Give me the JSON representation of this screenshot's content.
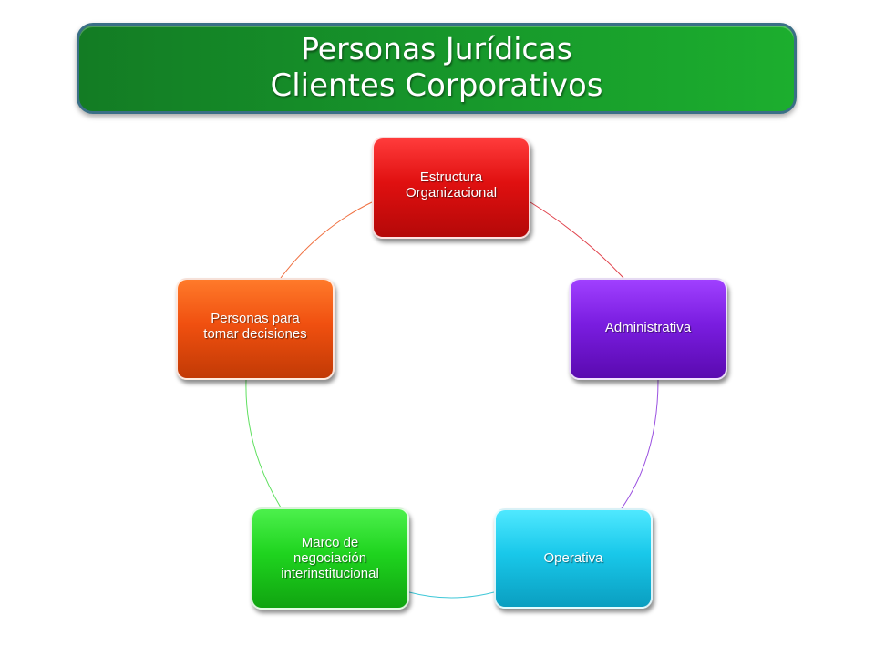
{
  "title": {
    "line1": "Personas Jurídicas",
    "line2": "Clientes Corporativos"
  },
  "cycle": {
    "nodes": [
      {
        "id": "estructura",
        "lines": [
          "Estructura",
          "Organizacional"
        ],
        "color": "#e01010"
      },
      {
        "id": "administrativa",
        "lines": [
          "Administrativa"
        ],
        "color": "#7a1de0"
      },
      {
        "id": "operativa",
        "lines": [
          "Operativa"
        ],
        "color": "#19c8ea"
      },
      {
        "id": "marco",
        "lines": [
          "Marco de",
          "negociación",
          "interinstitucional"
        ],
        "color": "#1fd41f"
      },
      {
        "id": "personas",
        "lines": [
          "Personas para",
          "tomar decisiones"
        ],
        "color": "#f05010"
      }
    ],
    "connector_colors": [
      "#e0404a",
      "#9a50e0",
      "#40c8d8",
      "#60e060",
      "#f07040"
    ]
  },
  "colors": {
    "banner": "#16932a",
    "banner_border": "#3a6f86"
  }
}
